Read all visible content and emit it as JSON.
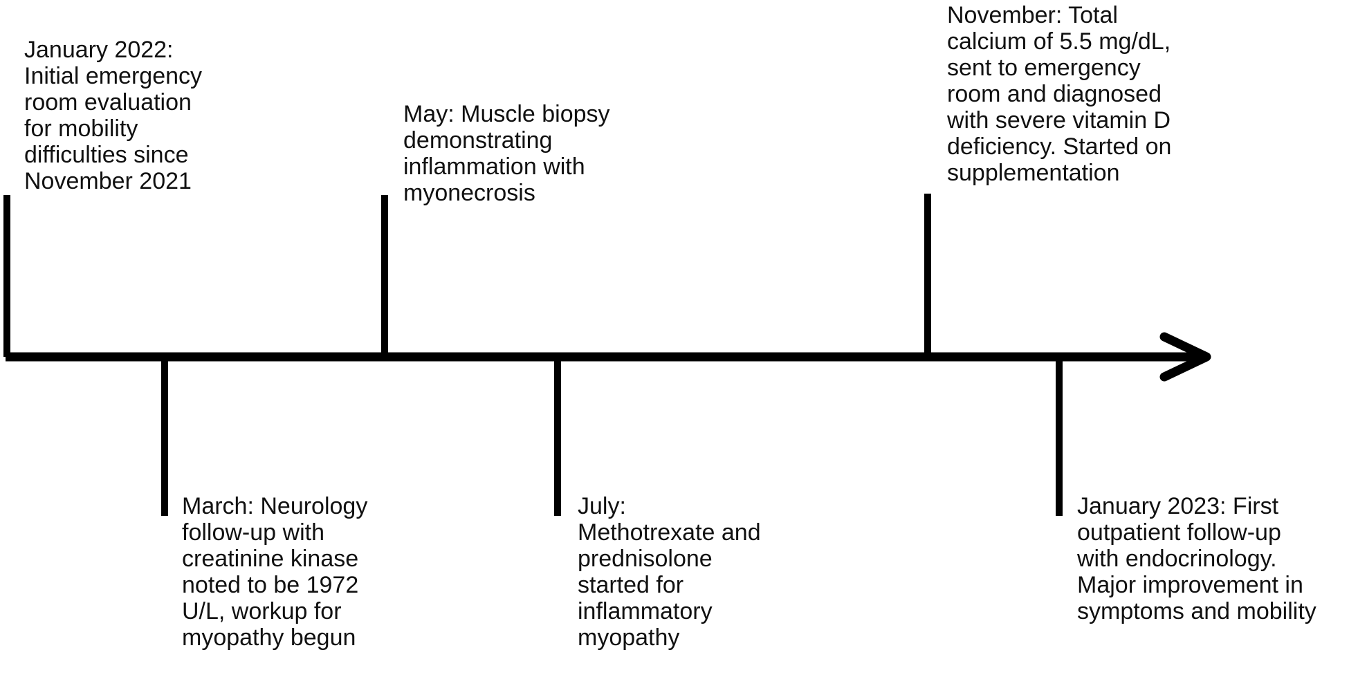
{
  "diagram": {
    "type": "timeline",
    "line_color": "#000000",
    "events": [
      {
        "id": "jan2022",
        "position": "above",
        "text": "January 2022:\nInitial emergency\nroom evaluation\nfor mobility\ndifficulties since\nNovember 2021"
      },
      {
        "id": "march",
        "position": "below",
        "text": "March: Neurology\nfollow-up with\ncreatinine kinase\nnoted to be 1972\nU/L, workup for\nmyopathy begun"
      },
      {
        "id": "may",
        "position": "above",
        "text": "May: Muscle biopsy\ndemonstrating\ninflammation with\nmyonecrosis"
      },
      {
        "id": "july",
        "position": "below",
        "text": "July:\nMethotrexate and\nprednisolone\nstarted for\ninflammatory\nmyopathy"
      },
      {
        "id": "nov",
        "position": "above",
        "text": "November: Total\ncalcium of 5.5 mg/dL,\nsent to emergency\nroom and diagnosed\nwith severe vitamin D\ndeficiency. Started on\nsupplementation"
      },
      {
        "id": "jan2023",
        "position": "below",
        "text": "January 2023: First\noutpatient follow-up\nwith endocrinology.\nMajor improvement in\nsymptoms and mobility"
      }
    ]
  }
}
